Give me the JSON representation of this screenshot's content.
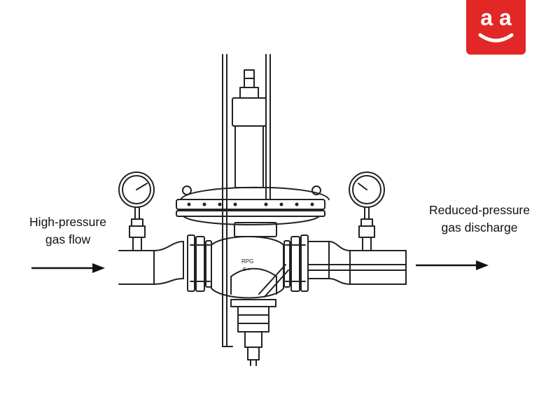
{
  "labels": {
    "inlet": {
      "line1": "High-pressure",
      "line2": "gas flow"
    },
    "outlet": {
      "line1": "Reduced-pressure",
      "line2": "gas discharge"
    }
  },
  "logo": {
    "text": "a a",
    "color": "#e32726"
  },
  "valve_marking": {
    "brand": "RPG",
    "arrow": "E⇒"
  },
  "colors": {
    "line": "#222222",
    "background": "#ffffff"
  }
}
